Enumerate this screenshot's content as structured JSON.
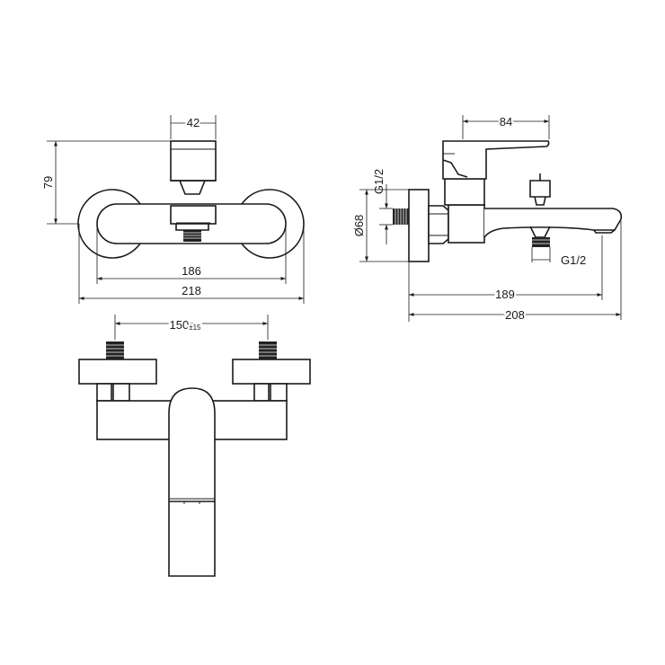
{
  "dimensions": {
    "handle_width": "42",
    "height": "79",
    "wall_distance": "186",
    "overall_width": "218",
    "center_distance": "150",
    "center_tolerance": "±15",
    "spout_depth": "84",
    "inlet_thread": "G1/2",
    "flange_diameter": "Ø68",
    "outlet_thread": "G1/2",
    "projection": "189",
    "overall_projection": "208"
  }
}
